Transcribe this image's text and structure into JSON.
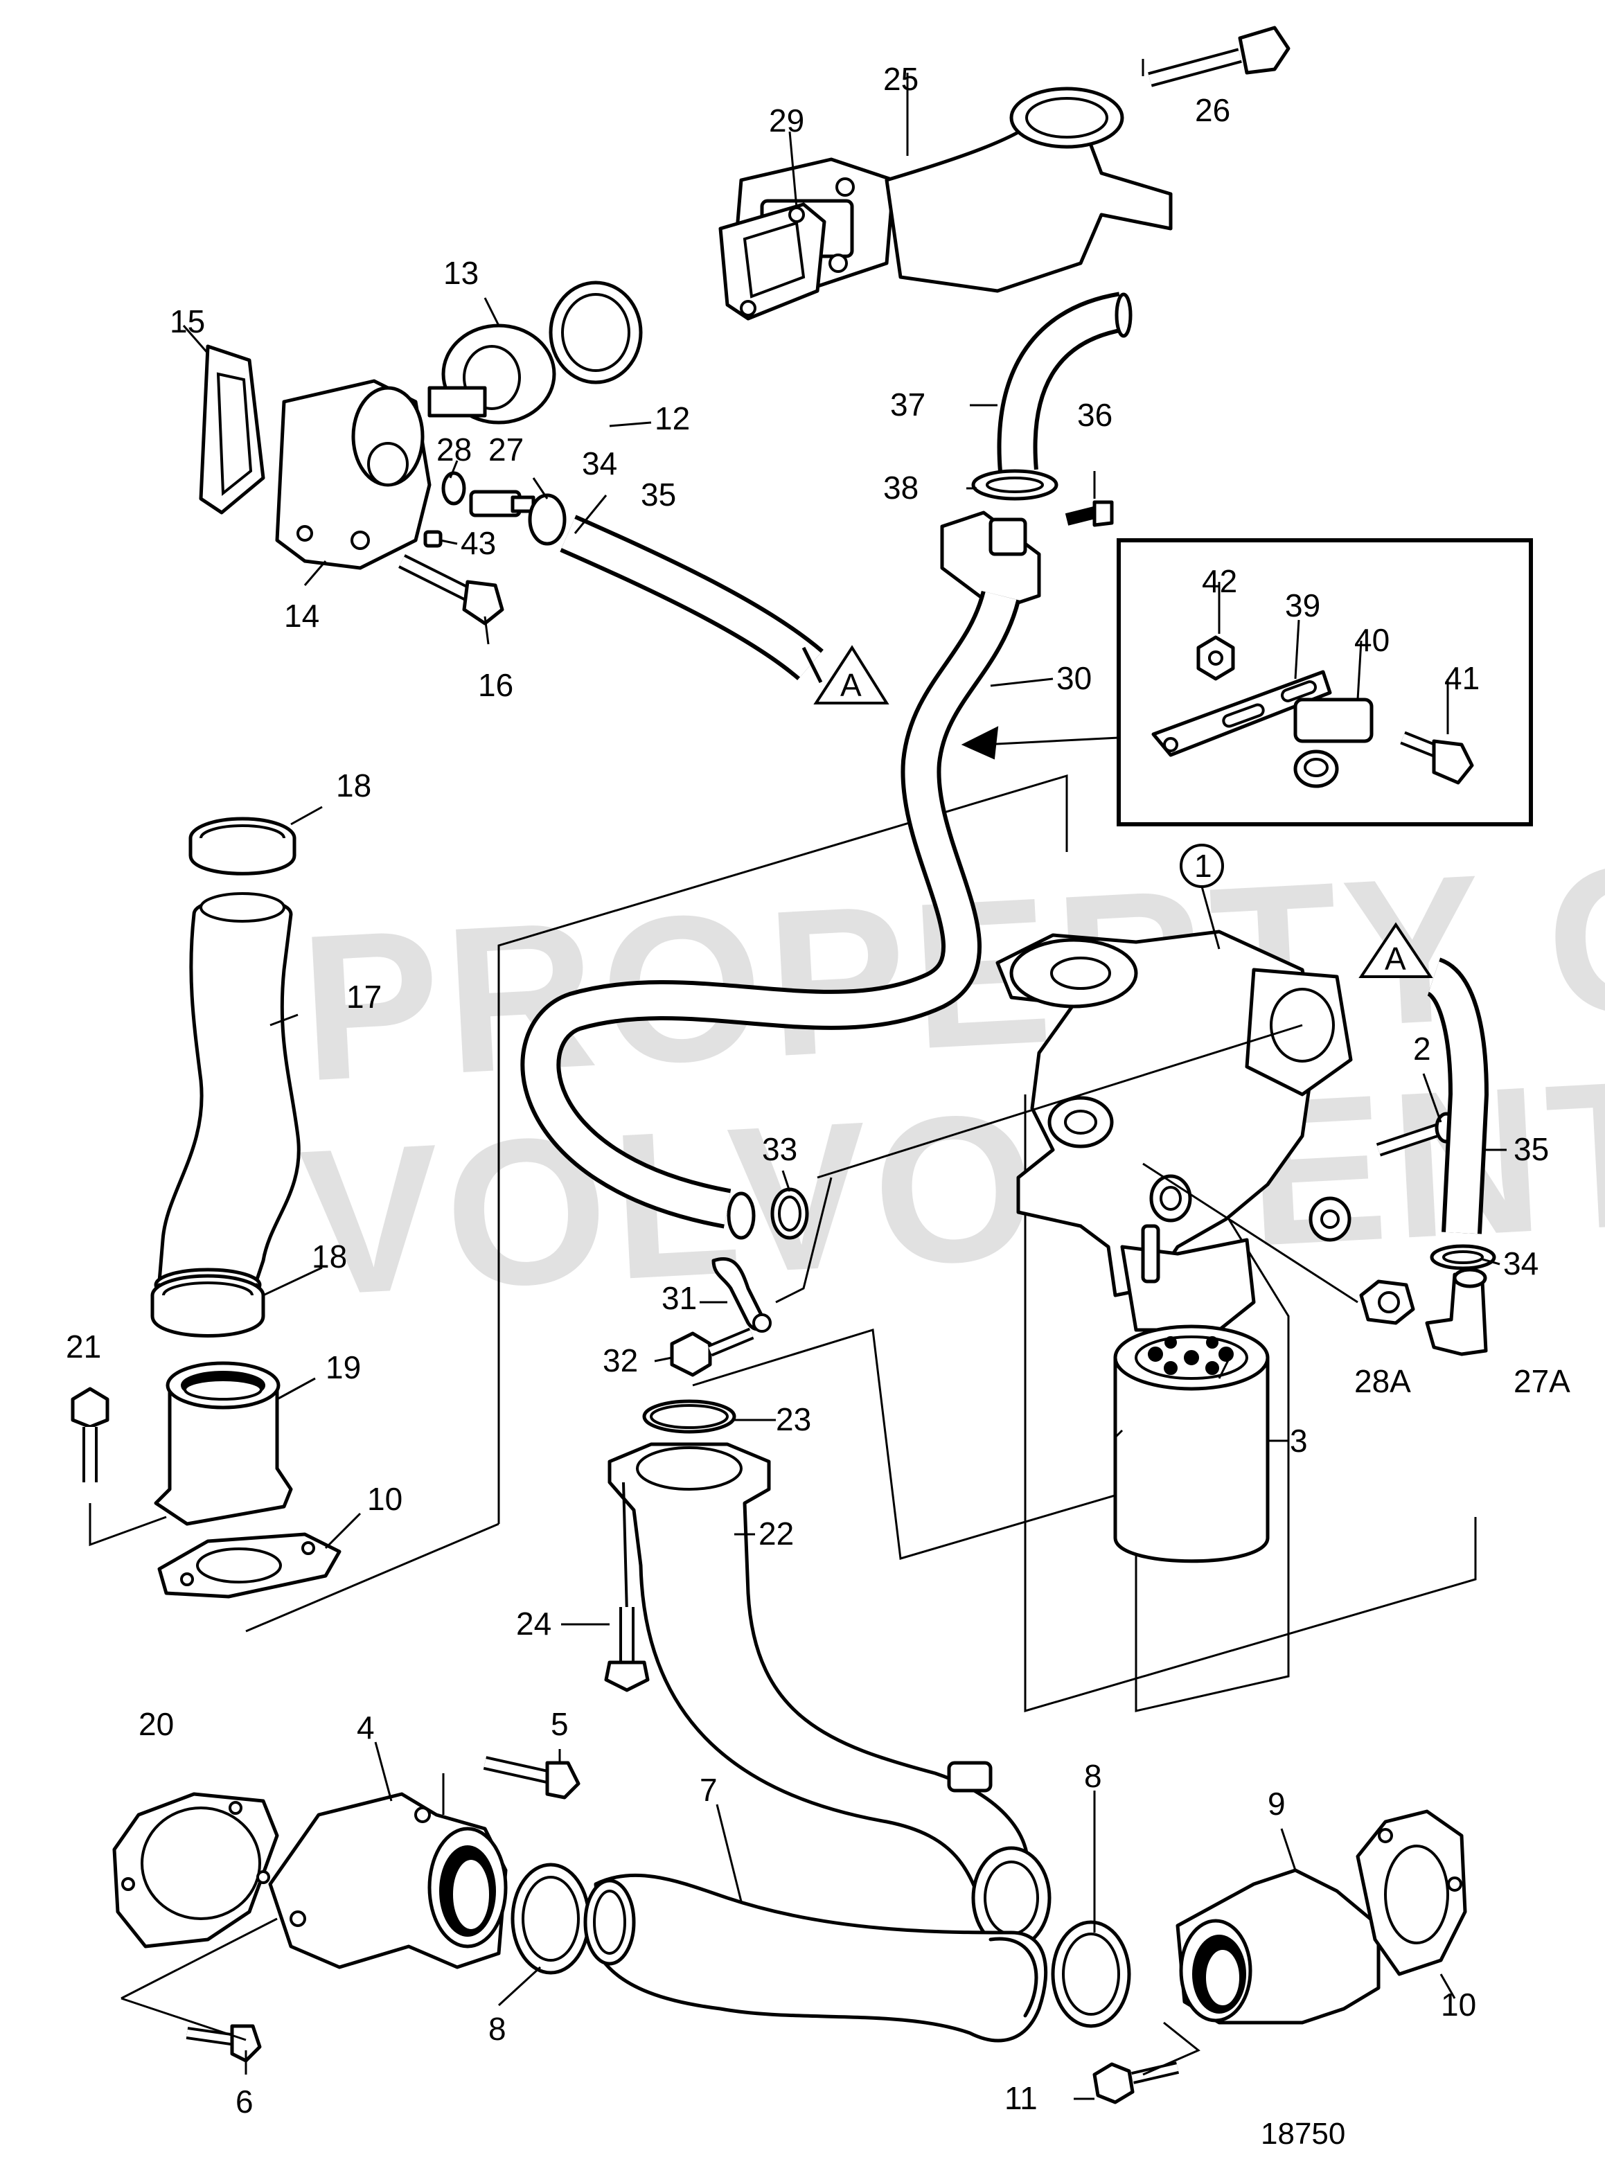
{
  "watermark": {
    "line1": "PROPERTY OF",
    "line2": "VOLVO PENTA"
  },
  "reference_number": "18750",
  "callouts": [
    {
      "id": "c1",
      "label": "1"
    },
    {
      "id": "c2",
      "label": "2"
    },
    {
      "id": "c3",
      "label": "3"
    },
    {
      "id": "c4",
      "label": "4"
    },
    {
      "id": "c5",
      "label": "5"
    },
    {
      "id": "c6",
      "label": "6"
    },
    {
      "id": "c7",
      "label": "7"
    },
    {
      "id": "c8a",
      "label": "8"
    },
    {
      "id": "c8b",
      "label": "8"
    },
    {
      "id": "c9",
      "label": "9"
    },
    {
      "id": "c10a",
      "label": "10"
    },
    {
      "id": "c10b",
      "label": "10"
    },
    {
      "id": "c11",
      "label": "11"
    },
    {
      "id": "c12",
      "label": "12"
    },
    {
      "id": "c13",
      "label": "13"
    },
    {
      "id": "c14",
      "label": "14"
    },
    {
      "id": "c15",
      "label": "15"
    },
    {
      "id": "c16",
      "label": "16"
    },
    {
      "id": "c17",
      "label": "17"
    },
    {
      "id": "c18a",
      "label": "18"
    },
    {
      "id": "c18b",
      "label": "18"
    },
    {
      "id": "c19",
      "label": "19"
    },
    {
      "id": "c20",
      "label": "20"
    },
    {
      "id": "c21",
      "label": "21"
    },
    {
      "id": "c22",
      "label": "22"
    },
    {
      "id": "c23",
      "label": "23"
    },
    {
      "id": "c24",
      "label": "24"
    },
    {
      "id": "c25",
      "label": "25"
    },
    {
      "id": "c26",
      "label": "26"
    },
    {
      "id": "c27",
      "label": "27"
    },
    {
      "id": "c27A",
      "label": "27A"
    },
    {
      "id": "c28",
      "label": "28"
    },
    {
      "id": "c28A",
      "label": "28A"
    },
    {
      "id": "c29",
      "label": "29"
    },
    {
      "id": "c30",
      "label": "30"
    },
    {
      "id": "c31",
      "label": "31"
    },
    {
      "id": "c32",
      "label": "32"
    },
    {
      "id": "c33",
      "label": "33"
    },
    {
      "id": "c34a",
      "label": "34"
    },
    {
      "id": "c34b",
      "label": "34"
    },
    {
      "id": "c35a",
      "label": "35"
    },
    {
      "id": "c35b",
      "label": "35"
    },
    {
      "id": "c36",
      "label": "36"
    },
    {
      "id": "c37",
      "label": "37"
    },
    {
      "id": "c38",
      "label": "38"
    },
    {
      "id": "c39",
      "label": "39"
    },
    {
      "id": "c40",
      "label": "40"
    },
    {
      "id": "c41",
      "label": "41"
    },
    {
      "id": "c42",
      "label": "42"
    },
    {
      "id": "c43",
      "label": "43"
    }
  ],
  "connection_markers": [
    {
      "id": "markerA1",
      "label": "A"
    },
    {
      "id": "markerA2",
      "label": "A"
    }
  ]
}
